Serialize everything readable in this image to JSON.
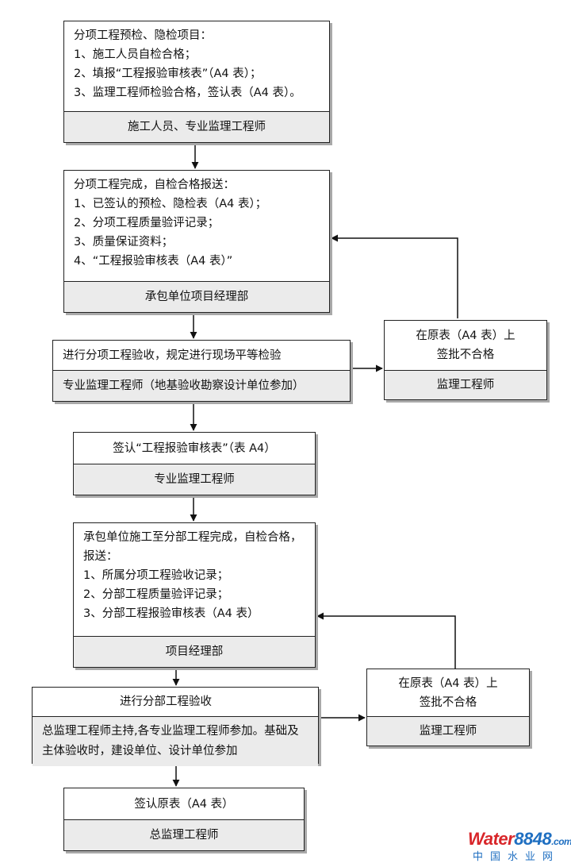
{
  "boxes": {
    "b1": {
      "lines": [
        "分项工程预检、隐检项目：",
        "1、施工人员自检合格；",
        "2、填报“工程报验审核表”（A4 表）；",
        "3、监理工程师检验合格，签认表（A4 表）。"
      ],
      "footer": "施工人员、专业监理工程师"
    },
    "b2": {
      "lines": [
        "分项工程完成，自检合格报送：",
        "1、已签认的预检、隐检表（A4 表）；",
        "2、分项工程质量验评记录；",
        "3、质量保证资料；",
        "4、“工程报验审核表（A4 表）”"
      ],
      "footer": "承包单位项目经理部"
    },
    "b3": {
      "lines": [
        "进行分项工程验收，规定进行现场平等检验"
      ],
      "footer": "专业监理工程师（地基验收勘察设计单位参加）"
    },
    "b4": {
      "lines": [
        "在原表（A4 表）上",
        "签批不合格"
      ],
      "footer": "监理工程师"
    },
    "b5": {
      "lines": [
        "签认“工程报验审核表”（表 A4）"
      ],
      "footer": "专业监理工程师"
    },
    "b6": {
      "lines": [
        "承包单位施工至分部工程完成，自检合格，报送：",
        "1、所属分项工程验收记录；",
        "2、分部工程质量验评记录；",
        "3、分部工程报验审核表（A4 表）"
      ],
      "footer": "项目经理部"
    },
    "b7": {
      "lines": [
        "进行分部工程验收"
      ],
      "footer_lines": [
        "总监理工程师主持,各专业监理工程师参加。基础及主体验收时，建设单位、设计单位参加"
      ]
    },
    "b8": {
      "lines": [
        "在原表（A4 表）上",
        "签批不合格"
      ],
      "footer": "监理工程师"
    },
    "b9": {
      "lines": [
        "签认原表（A4 表）"
      ],
      "footer": "总监理工程师"
    }
  },
  "watermark": {
    "brand_w": "Water",
    "brand_n": "8848",
    "brand_suffix": ".com",
    "cn": "中国水业网"
  }
}
